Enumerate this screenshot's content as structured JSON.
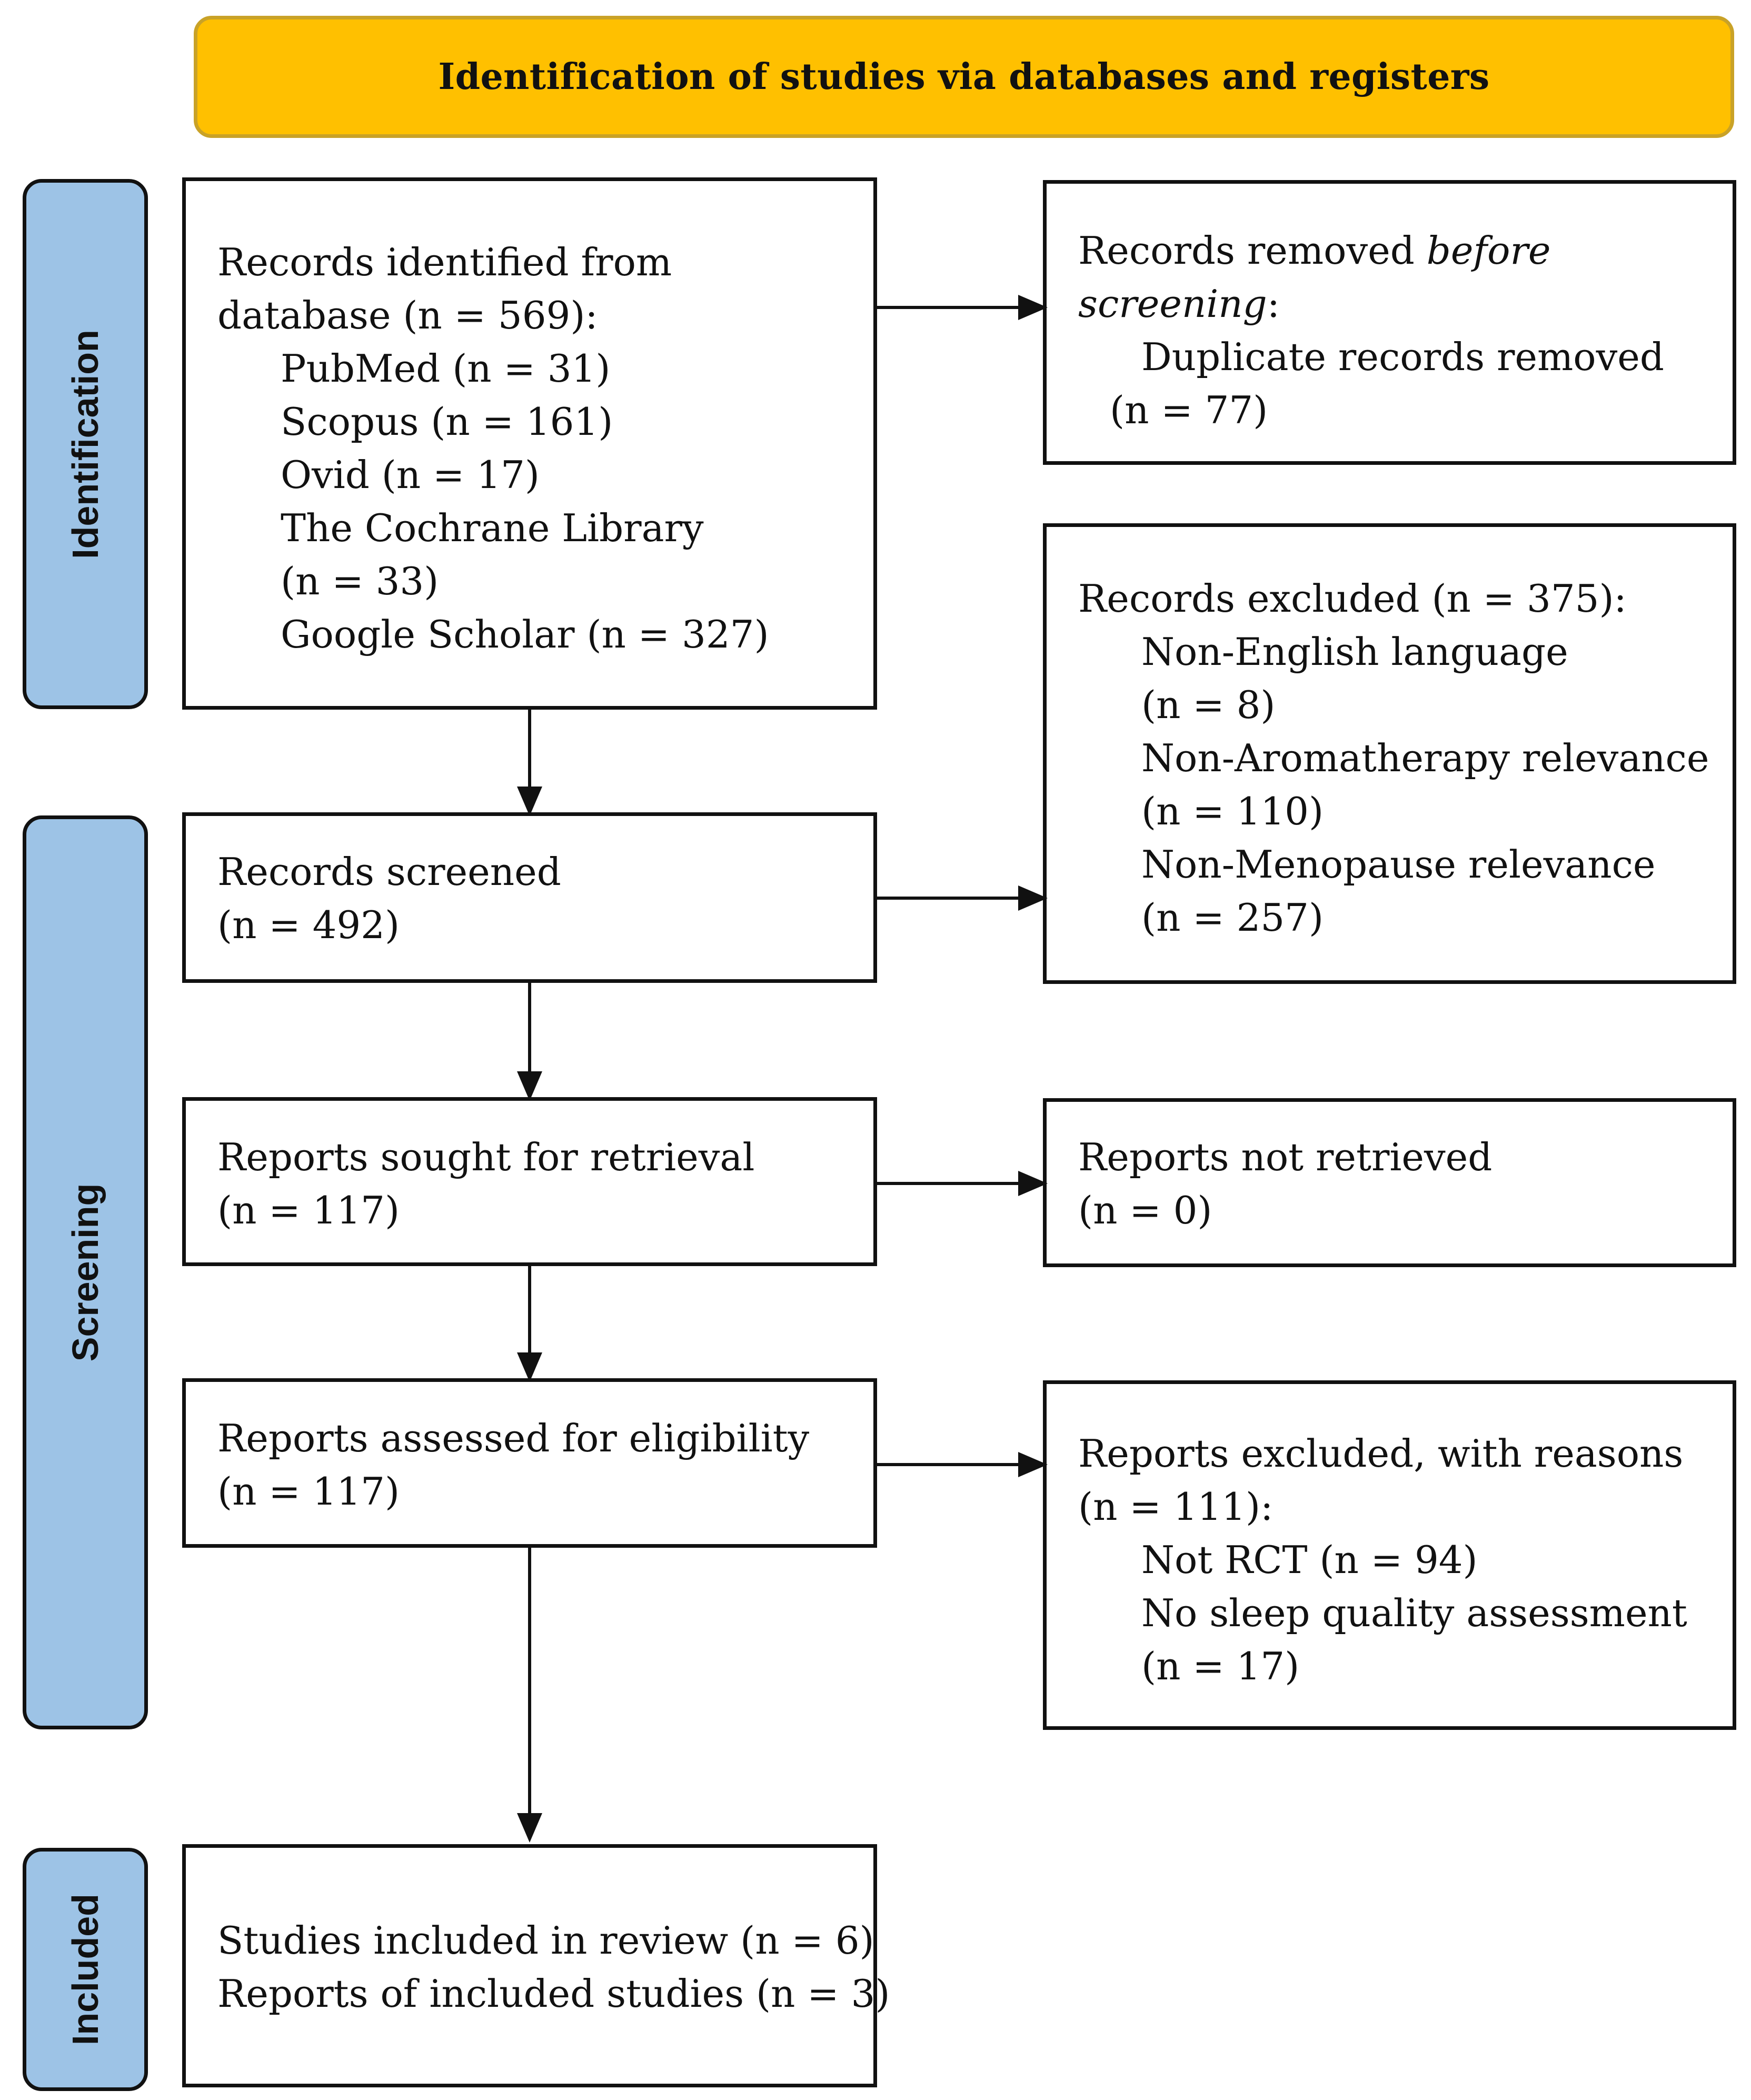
{
  "header": {
    "title": "Identification of studies via databases and registers"
  },
  "phases": {
    "identification": "Identification",
    "screening": "Screening",
    "included": "Included"
  },
  "identified": {
    "line1": "Records identified from",
    "line2": "database (n = 569):",
    "sources": [
      "PubMed (n = 31)",
      "Scopus (n = 161)",
      "Ovid (n = 17)",
      "The Cochrane Library",
      "(n = 33)",
      "Google Scholar (n = 327)"
    ]
  },
  "removed": {
    "prefix": "Records removed ",
    "italic1": "before",
    "italic2": "screening",
    "suffix": ":",
    "item1": "Duplicate records removed",
    "item2": "(n = 77)"
  },
  "screened": {
    "line1": "Records screened",
    "line2": "(n = 492)"
  },
  "excluded": {
    "title": "Records excluded (n = 375):",
    "items": [
      "Non-English language",
      "(n = 8)",
      "Non-Aromatherapy relevance",
      "(n = 110)",
      "Non-Menopause relevance",
      "(n = 257)"
    ]
  },
  "sought": {
    "line1": "Reports sought for retrieval",
    "line2": "(n = 117)"
  },
  "not_retrieved": {
    "line1": "Reports not retrieved",
    "line2": "(n = 0)"
  },
  "assessed": {
    "line1": "Reports assessed for eligibility",
    "line2": "(n = 117)"
  },
  "reports_excluded": {
    "line1": "Reports excluded, with reasons",
    "line2": "(n = 111):",
    "items": [
      "Not RCT (n = 94)",
      "No sleep quality assessment",
      "(n = 17)"
    ]
  },
  "included": {
    "line1": "Studies included in review (n = 6)",
    "line2": "Reports of included studies (n = 3)"
  }
}
